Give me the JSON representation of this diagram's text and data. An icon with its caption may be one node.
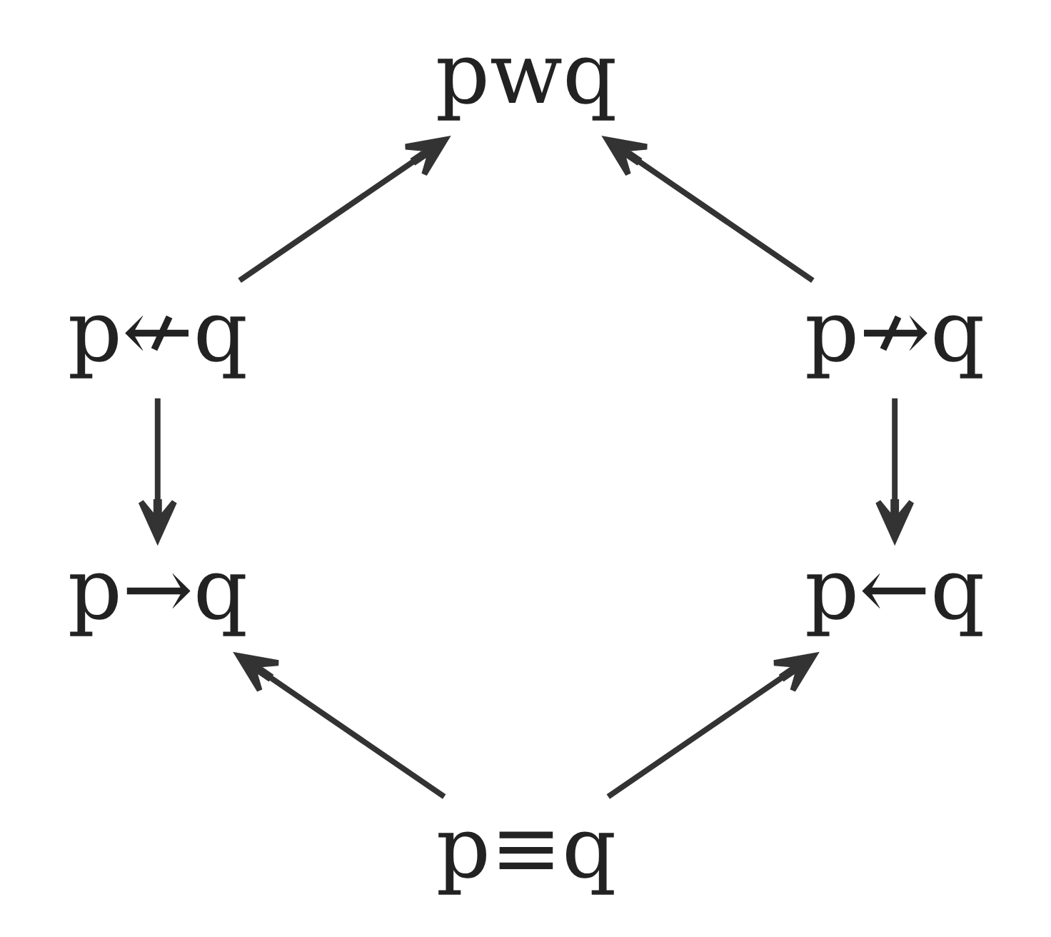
{
  "diagram": {
    "nodes": [
      {
        "text": [
          "pwq"
        ]
      },
      {
        "text": [
          "p↚q"
        ]
      },
      {
        "text": [
          "p↛q"
        ]
      },
      {
        "text": [
          "p→q"
        ]
      },
      {
        "text": [
          "p←q"
        ]
      },
      {
        "text": [
          "p≡q"
        ]
      }
    ],
    "edges": [
      {
        "from": 1,
        "to": 0,
        "arrow": "to"
      },
      {
        "from": 2,
        "to": 0,
        "arrow": "to"
      },
      {
        "from": 1,
        "to": 3,
        "arrow": "to"
      },
      {
        "from": 2,
        "to": 4,
        "arrow": "to"
      },
      {
        "from": 5,
        "to": 3,
        "arrow": "to"
      },
      {
        "from": 5,
        "to": 4,
        "arrow": "to"
      }
    ]
  }
}
